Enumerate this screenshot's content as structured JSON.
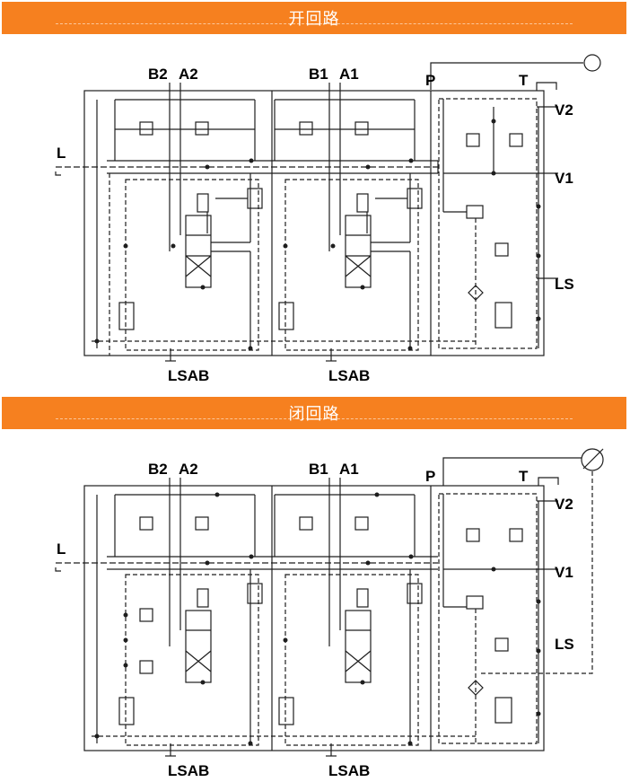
{
  "colors": {
    "accent": "#f6801f",
    "line": "#1e1e1e"
  },
  "sections": [
    {
      "title": "开回路",
      "ports": {
        "section2_b": "B2",
        "section2_a": "A2",
        "section1_b": "B1",
        "section1_a": "A1",
        "pressure": "P",
        "tank": "T",
        "v2": "V2",
        "v1": "V1",
        "load_sense": "LS",
        "left": "L",
        "lsab_left": "LSAB",
        "lsab_right": "LSAB"
      }
    },
    {
      "title": "闭回路",
      "ports": {
        "section2_b": "B2",
        "section2_a": "A2",
        "section1_b": "B1",
        "section1_a": "A1",
        "pressure": "P",
        "tank": "T",
        "v2": "V2",
        "v1": "V1",
        "load_sense": "LS",
        "left": "L",
        "lsab_left": "LSAB",
        "lsab_right": "LSAB"
      }
    }
  ]
}
